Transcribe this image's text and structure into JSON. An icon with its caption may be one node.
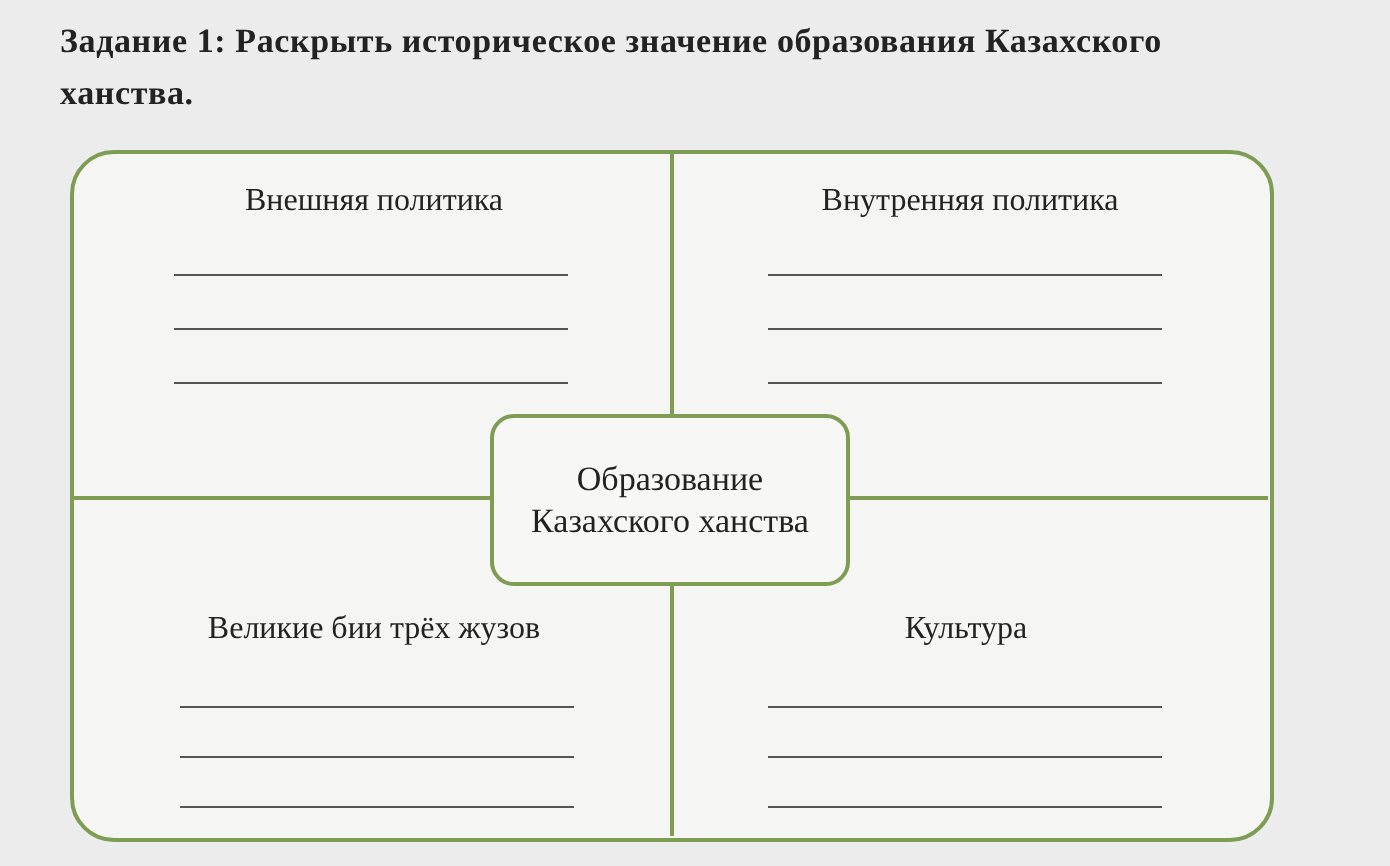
{
  "diagram": {
    "title": "Задание 1: Раскрыть историческое значение образования Казахского ханства.",
    "nodes": [
      {
        "text": [],
        "shape": "box"
      },
      {
        "text": [
          "Внешняя политика"
        ],
        "in": 0
      },
      {
        "text": [
          "Внутренняя политика"
        ],
        "in": 0
      },
      {
        "text": [
          "Великие бии трёх жузов"
        ],
        "in": 0
      },
      {
        "text": [
          "Культура"
        ],
        "in": 0
      },
      {
        "text": [
          "Образование Казахского ханства"
        ],
        "in": 0
      }
    ],
    "edges": []
  }
}
